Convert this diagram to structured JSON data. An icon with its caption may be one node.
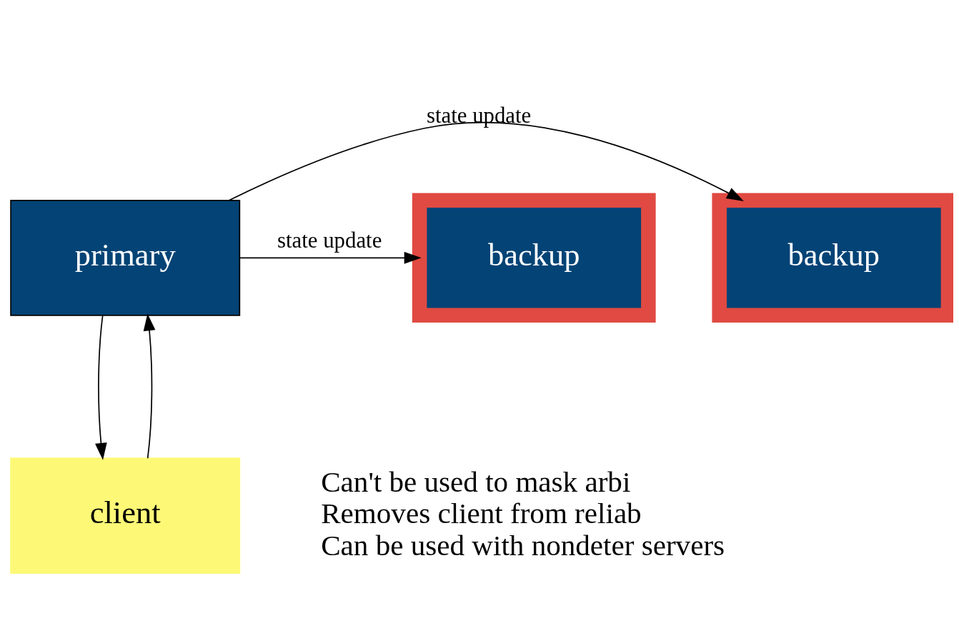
{
  "diagram": {
    "nodes": [
      {
        "text": [
          "primary"
        ]
      },
      {
        "text": [
          "backup"
        ]
      },
      {
        "text": [
          "backup"
        ]
      },
      {
        "text": [
          "client"
        ]
      }
    ],
    "edges": [
      {
        "from": 0,
        "to": 1,
        "arrow": "to",
        "label": "state update"
      },
      {
        "from": 0,
        "to": 2,
        "arrow": "to",
        "label": "state update"
      },
      {
        "from": 0,
        "to": 3,
        "arrow": "to"
      },
      {
        "from": 3,
        "to": 0,
        "arrow": "to"
      }
    ],
    "labels": [
      "Can't be used to mask arbi",
      "Removes client from reliab",
      "Can be used with nondeter servers"
    ]
  }
}
